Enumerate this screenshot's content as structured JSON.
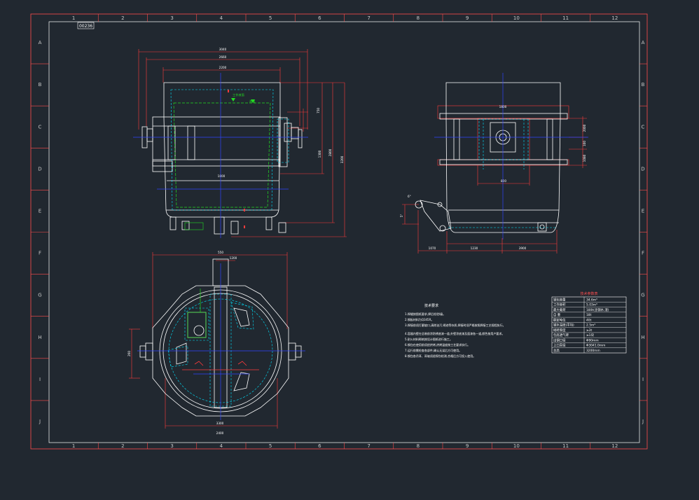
{
  "colors": {
    "background": "#212830",
    "frame": "#ff4d4d",
    "outline": "#ffffff",
    "center_line": "#2f43ff",
    "hidden": "#00e5ff",
    "liquid": "#22dd22",
    "dimension": "#ff3b3b",
    "zone_text": "#c9c9c9"
  },
  "drawing": {
    "drawing_number": "00236",
    "zones_columns": [
      "1",
      "2",
      "3",
      "4",
      "5",
      "6",
      "7",
      "8",
      "9",
      "10",
      "11",
      "12"
    ],
    "zones_rows": [
      "A",
      "B",
      "C",
      "D",
      "E",
      "F",
      "G",
      "H",
      "I",
      "J"
    ]
  },
  "front_view": {
    "dims": [
      "3040",
      "2660",
      "2200",
      "1800",
      "750",
      "1300",
      "2800",
      "3200"
    ],
    "level_labels": [
      "工作液面",
      "液面"
    ]
  },
  "side_view": {
    "dims": [
      "1800",
      "800",
      "2000",
      "100",
      "1080",
      "6°",
      "5°",
      "1070",
      "1230",
      "3900"
    ]
  },
  "top_view": {
    "dims": [
      "550",
      "1200",
      "260",
      "3300",
      "2400"
    ]
  },
  "notes": {
    "title": "技术要求",
    "lines": [
      "1.焊缝按图纸要求,焊后检验Ⅰ级。",
      "2.钢板材料为Q345R。",
      "3.焊接前须打磨坡口,清除油污,锈迹等杂质,焊接时须严格按照焊接工艺规程执行。",
      "4.容器内壁在总装前涂防锈底漆一道,外壁涂底漆及面漆各一道,颜色按用户要求。",
      "5.耐火材料砌筑按设计图纸进行施工。",
      "6.钢包在使用前须经烘烤,烘烤温度按工艺要求执行。",
      "7.运行前需检查各部件,确认无误后方可使用。",
      "8.钢包各吊耳、耳轴须经探伤检测,合格后方可投入使用。"
    ]
  },
  "table": {
    "title": "技术参数表",
    "rows": [
      {
        "label": "钢包容量",
        "value": "34.6m³"
      },
      {
        "label": "工作容积",
        "value": "5.03m³"
      },
      {
        "label": "最大载荷",
        "value": "180t(含钢水,渣)"
      },
      {
        "label": "自    重",
        "value": "18t"
      },
      {
        "label": "额定吨位",
        "value": "40t"
      },
      {
        "label": "钢水温度(平均)",
        "value": "2.5m³"
      },
      {
        "label": "砌砖厚度",
        "value": "≥3t"
      },
      {
        "label": "包底透气砖",
        "value": "≥1块"
      },
      {
        "label": "出钢口径",
        "value": "Φ90mm"
      },
      {
        "label": "上口直径",
        "value": "Φ3041.0mm"
      },
      {
        "label": "总高",
        "value": "3200mm"
      }
    ]
  }
}
